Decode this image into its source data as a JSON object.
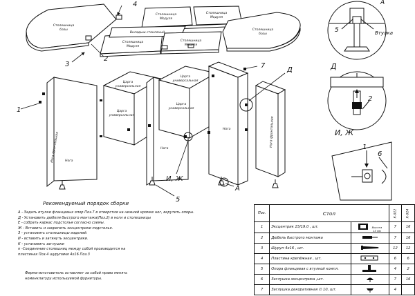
{
  "callouts": [
    "1",
    "2",
    "3",
    "4",
    "5",
    "7",
    "Д",
    "И, Ж",
    "A"
  ],
  "tabletop": {
    "left_panel": "Столешница\nбазы",
    "top_module_1": "Столешница\nМодуля",
    "top_module_2": "Столешница\nМодуля",
    "right_panel": "Столешница\nбазы",
    "lower_module_1": "Столешница\nМодуля",
    "lower_module_2": "Столешница\nМодуля",
    "center_strip": "Вкладыш стекляный"
  },
  "carcass": {
    "leg_left": "Нога фронтальная",
    "leg_left_label": "Нога",
    "box_1_top": "Царга\nуниверсальная",
    "box_1_front": "Царга\nуниверсальная",
    "box_2_top": "Царга\nуниверсальная",
    "box_2_front": "Царга\nуниверсальная",
    "leg_mid_label": "Нога",
    "leg_right_label": "Нога",
    "leg_right_front": "Нога фронтальная"
  },
  "details": {
    "detail_a_label": "A",
    "sleeve_label": "Втулка",
    "sleeve_callout": "5",
    "detail_d_label": "Д",
    "detail_d_callout": "2",
    "detail_ij_label": "И, Ж",
    "detail_ij_callout_1": "1",
    "detail_ij_callout_6": "6"
  },
  "instructions": {
    "title": "Рекомендуемый порядок сборки",
    "lines": [
      "А - Задать втулки фланцевых опор  Поз.7 в отверстия на нижней кромке ног, вкрутить опоры.",
      "Д - Установить дюбеля быстрого монтажа(Поз.2) в ноги и столешницы",
      "Е - собрать каркас подстолья согласно схемы.",
      "Ж - Вставить и закрепить эксцентрики подстолья.",
      "З - установить столешницы изделий.",
      "И - вставить и затянуть эксцентрики.",
      "К - установить заглушки",
      "п -Соединение столешниц между собой производится на",
      "пластинах Поз.4 шурупами 4х16 Поз.3"
    ],
    "note": "Фирма-изготовитель оставляет за собой право менять\nноменклатуру используемой фурнитуры."
  },
  "parts_table": {
    "header_pos": "Поз.",
    "header_name": "Стол",
    "header_q1": "К-912",
    "header_q2": "К-914",
    "rows": [
      {
        "pos": "1",
        "name": "Эксцентрик 15/19.0 , шт.",
        "pic": "Высота 15 мм",
        "q1": "7",
        "q2": "16"
      },
      {
        "pos": "2",
        "name": "Дюбель быстрого монтажа",
        "pic": "",
        "q1": "7",
        "q2": "16"
      },
      {
        "pos": "3",
        "name": "Шуруп 4х16   , шт.",
        "pic": "",
        "q1": "12",
        "q2": "12"
      },
      {
        "pos": "4",
        "name": "Пластина крепёжная , шт.",
        "pic": "",
        "q1": "6",
        "q2": "6"
      },
      {
        "pos": "5",
        "name": "Опора фланцевая с втулкой  компл.",
        "pic": "",
        "q1": "4",
        "q2": "2"
      },
      {
        "pos": "6",
        "name": "Заглушка эксцентрика  ,шт.",
        "pic": "",
        "q1": "7",
        "q2": "16"
      },
      {
        "pos": "7",
        "name": "Заглушка декоративная ∅ 10, шт.",
        "pic": "",
        "q1": "4",
        "q2": ""
      }
    ]
  }
}
